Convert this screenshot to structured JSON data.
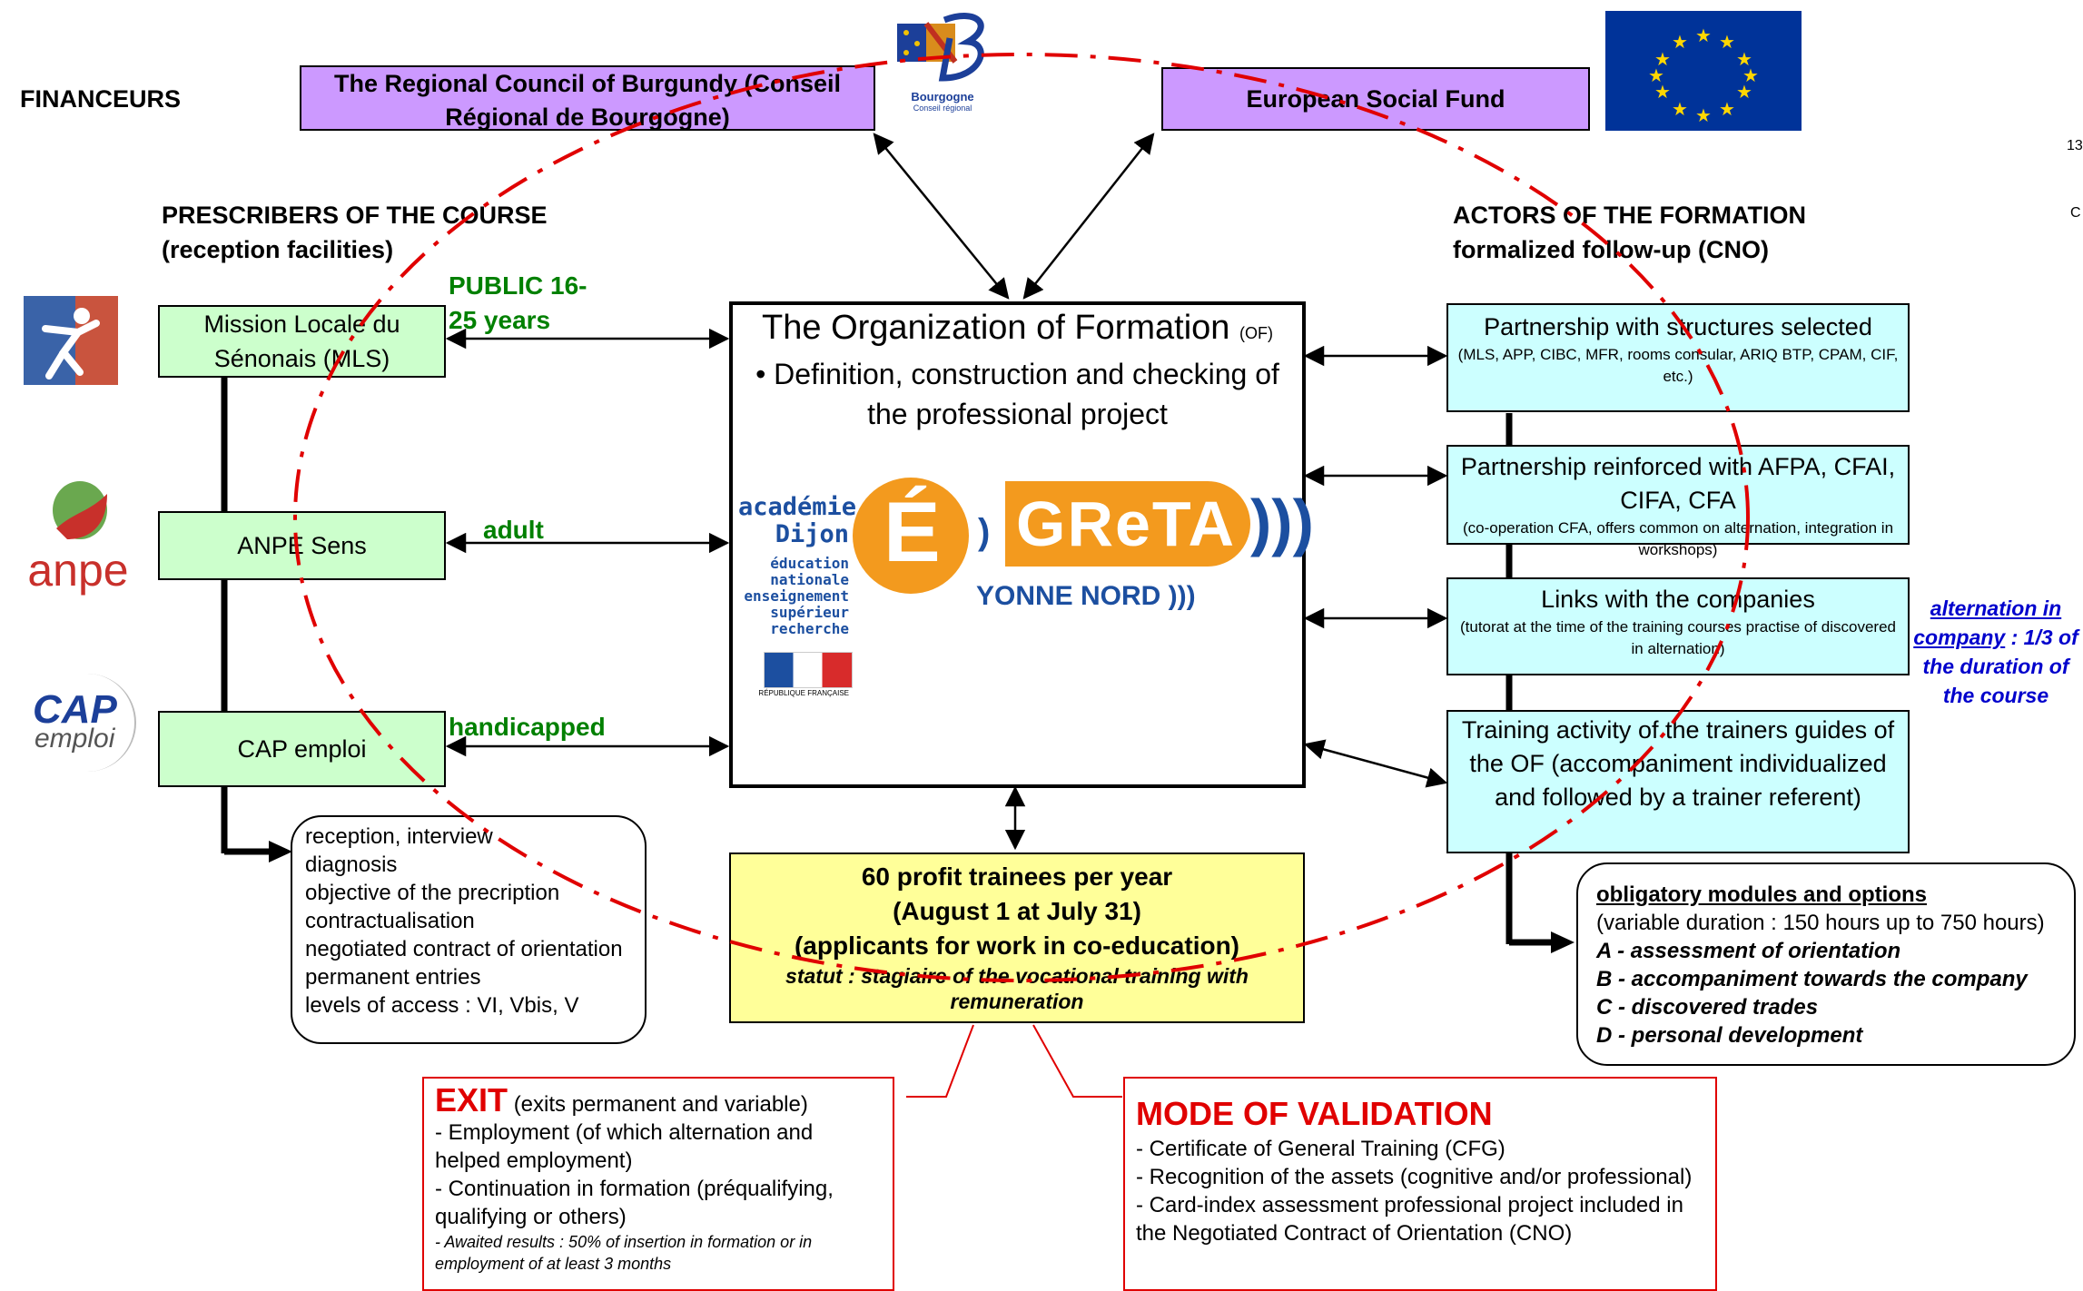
{
  "financeurs": "FINANCEURS",
  "regional_council": "The Regional Council of Burgundy (Conseil Régional de Bourgogne)",
  "bourgogne_logo": {
    "name": "Bourgogne",
    "sub": "Conseil régional"
  },
  "esf": "European Social Fund",
  "prescribers": {
    "title": "PRESCRIBERS OF THE COURSE",
    "subtitle": "(reception facilities)"
  },
  "actors": {
    "title": "ACTORS OF THE FORMATION",
    "subtitle": "formalized follow-up (CNO)"
  },
  "prescriber_boxes": [
    {
      "label": "Mission Locale du Sénonais (MLS)",
      "tag": "PUBLIC 16-25 years"
    },
    {
      "label": "ANPE Sens",
      "tag": "adult"
    },
    {
      "label": "CAP emploi",
      "tag": "handicapped"
    }
  ],
  "logos": {
    "anpe": "anpe",
    "cap": "CAP",
    "cap_sub": "emploi"
  },
  "of_box": {
    "title": "The Organization of Formation",
    "title_suffix": "(OF)",
    "line": "• Definition, construction and checking of the professional project",
    "academie": "académie",
    "dijon": "Dijon",
    "ministry": "éducation nationale enseignement supérieur recherche",
    "greta_letter": "É",
    "greta": "GReTA",
    "yonne": "YONNE NORD )))",
    "republique": "RÉPUBLIQUE FRANÇAISE"
  },
  "actor_boxes": [
    {
      "main": "Partnership with structures selected",
      "small": "(MLS, APP, CIBC, MFR, rooms consular, ARIQ BTP, CPAM, CIF, etc.)"
    },
    {
      "main": "Partnership reinforced with AFPA, CFAI, CIFA, CFA",
      "small": "(co-operation CFA, offers common on alternation, integration in workshops)"
    },
    {
      "main": "Links with the companies",
      "small": "(tutorat at the time of the training courses practise of discovered in alternation)"
    },
    {
      "main": "Training activity of the trainers guides of the OF (accompaniment individualized and followed by a trainer referent)",
      "small": ""
    }
  ],
  "alternation_note": {
    "link": "alternation in company",
    "rest": " : 1/3 of the duration of the course"
  },
  "reception_list": [
    "reception, interview",
    "diagnosis",
    "objective of the precription",
    "contractualisation",
    "negotiated contract of orientation",
    "permanent entries",
    "levels of access : VI, Vbis, V"
  ],
  "trainees_box": {
    "line1": "60 profit trainees per year",
    "line2": "(August 1 at July 31)",
    "line3": "(applicants for work in co-education)",
    "statut": "statut : stagiaire of the vocational training with remuneration"
  },
  "modules_box": {
    "title": "obligatory modules and options",
    "duration": "(variable duration : 150 hours up to 750 hours)",
    "items": [
      "A - assessment of orientation",
      "B - accompaniment towards the company",
      "C - discovered trades",
      "D - personal development"
    ]
  },
  "exit_box": {
    "title": "EXIT",
    "title_suffix": "(exits permanent and variable)",
    "lines": [
      "- Employment (of which alternation and helped employment)",
      "- Continuation in formation (préqualifying, qualifying or others)"
    ],
    "note": "- Awaited results : 50% of insertion in formation or in employment of at least 3 months"
  },
  "validation_box": {
    "title": "MODE OF VALIDATION",
    "lines": [
      "- Certificate of General Training (CFG)",
      "- Recognition of the assets (cognitive and/or professional)",
      "- Card-index assessment professional project included in the Negotiated Contract of Orientation (CNO)"
    ]
  },
  "edge_text": [
    "13",
    "C"
  ],
  "colors": {
    "red_dash": "#e00000",
    "purple": "#cc99ff",
    "green_box": "#ccffcc",
    "cyan_box": "#ccffff",
    "yellow_box": "#ffff99",
    "green_text": "#008000",
    "blue_link": "#0000cc",
    "eu_blue": "#003399",
    "greta_orange": "#f39a1e",
    "greta_blue": "#1c4fa0"
  }
}
